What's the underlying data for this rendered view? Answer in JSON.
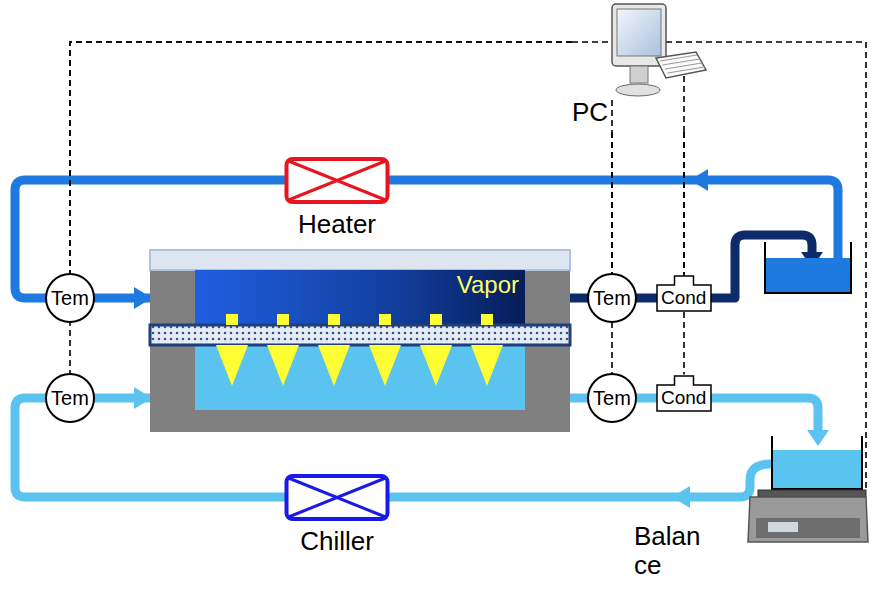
{
  "diagram": {
    "nodes": [
      {
        "text": [
          "PC"
        ]
      },
      {
        "text": [
          "Heater"
        ]
      },
      {
        "text": [
          "Vapor"
        ]
      },
      {
        "text": [
          "Tem"
        ]
      },
      {
        "text": [
          "Tem"
        ]
      },
      {
        "text": [
          "Cond"
        ]
      },
      {
        "text": [
          "Tem"
        ]
      },
      {
        "text": [
          "Tem"
        ]
      },
      {
        "text": [
          "Cond"
        ]
      },
      {
        "text": [
          "Chiller"
        ]
      },
      {
        "text": [
          "Balan ce"
        ]
      }
    ],
    "edges": [
      {
        "from": 0,
        "to": 3,
        "arrow": "none"
      },
      {
        "from": 0,
        "to": 6,
        "arrow": "none"
      },
      {
        "from": 0,
        "to": 4,
        "arrow": "none"
      },
      {
        "from": 0,
        "to": 7,
        "arrow": "none"
      },
      {
        "from": 0,
        "to": 5,
        "arrow": "none"
      },
      {
        "from": 0,
        "to": 8,
        "arrow": "none"
      },
      {
        "from": 0,
        "to": 10,
        "arrow": "none"
      }
    ]
  }
}
